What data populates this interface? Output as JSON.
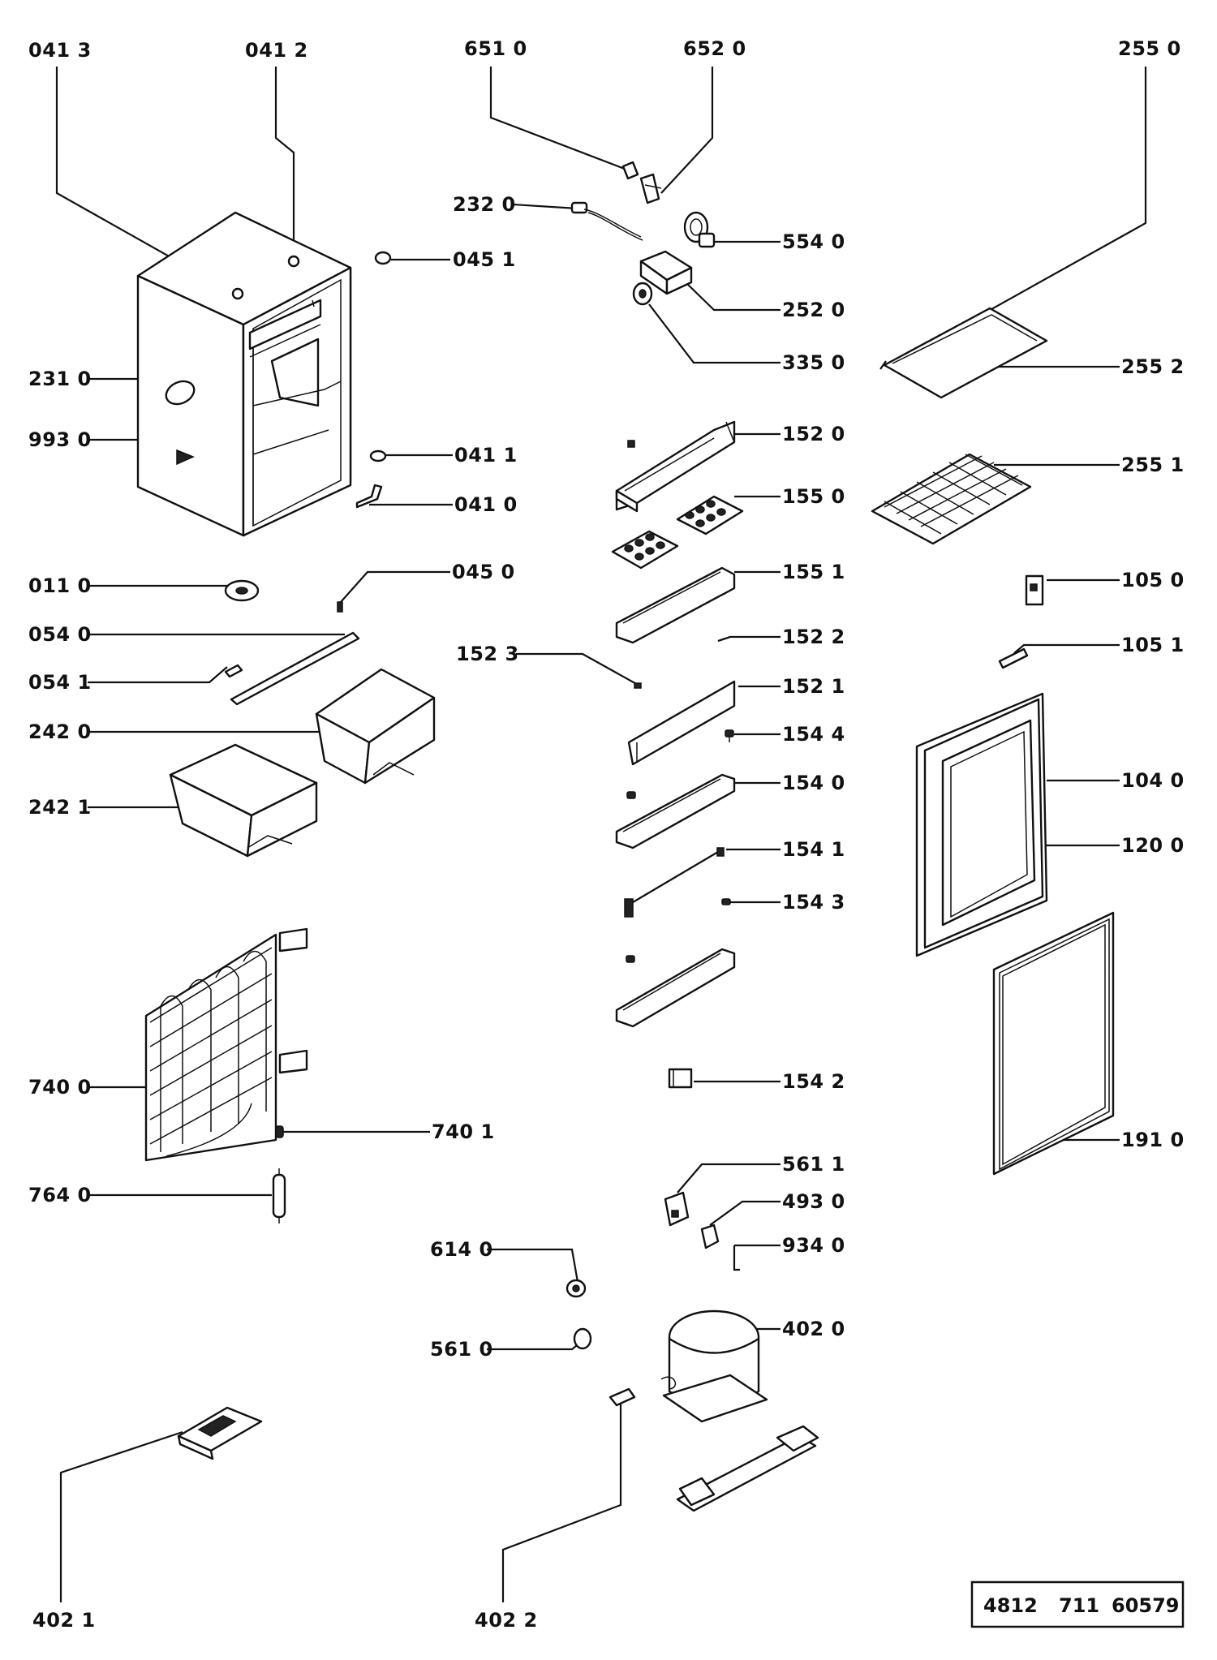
{
  "callouts": [
    {
      "id": "c0413",
      "text": "041 3"
    },
    {
      "id": "c0412",
      "text": "041 2"
    },
    {
      "id": "c6510",
      "text": "651 0"
    },
    {
      "id": "c6520",
      "text": "652 0"
    },
    {
      "id": "c2550",
      "text": "255 0"
    },
    {
      "id": "c2320",
      "text": "232 0"
    },
    {
      "id": "c0451",
      "text": "045 1"
    },
    {
      "id": "c5540",
      "text": "554 0"
    },
    {
      "id": "c2520",
      "text": "252 0"
    },
    {
      "id": "c3350",
      "text": "335 0"
    },
    {
      "id": "c2552",
      "text": "255 2"
    },
    {
      "id": "c2310",
      "text": "231 0"
    },
    {
      "id": "c9930",
      "text": "993 0"
    },
    {
      "id": "c1520",
      "text": "152 0"
    },
    {
      "id": "c0411",
      "text": "041 1"
    },
    {
      "id": "c2551",
      "text": "255 1"
    },
    {
      "id": "c0410",
      "text": "041 0"
    },
    {
      "id": "c1550",
      "text": "155 0"
    },
    {
      "id": "c0110",
      "text": "011 0"
    },
    {
      "id": "c0450",
      "text": "045 0"
    },
    {
      "id": "c1551",
      "text": "155 1"
    },
    {
      "id": "c1050",
      "text": "105 0"
    },
    {
      "id": "c0540",
      "text": "054 0"
    },
    {
      "id": "c1522",
      "text": "152 2"
    },
    {
      "id": "c1051",
      "text": "105 1"
    },
    {
      "id": "c1523",
      "text": "152 3"
    },
    {
      "id": "c0541",
      "text": "054 1"
    },
    {
      "id": "c1521",
      "text": "152 1"
    },
    {
      "id": "c2420",
      "text": "242 0"
    },
    {
      "id": "c1544",
      "text": "154 4"
    },
    {
      "id": "c1540",
      "text": "154 0"
    },
    {
      "id": "c1040",
      "text": "104 0"
    },
    {
      "id": "c2421",
      "text": "242 1"
    },
    {
      "id": "c1541",
      "text": "154 1"
    },
    {
      "id": "c1200",
      "text": "120 0"
    },
    {
      "id": "c1543",
      "text": "154 3"
    },
    {
      "id": "c1542",
      "text": "154 2"
    },
    {
      "id": "c7400",
      "text": "740 0"
    },
    {
      "id": "c7401",
      "text": "740 1"
    },
    {
      "id": "c1910",
      "text": "191 0"
    },
    {
      "id": "c5611",
      "text": "561 1"
    },
    {
      "id": "c7640",
      "text": "764 0"
    },
    {
      "id": "c4930",
      "text": "493 0"
    },
    {
      "id": "c9340",
      "text": "934 0"
    },
    {
      "id": "c6140",
      "text": "614 0"
    },
    {
      "id": "c4020",
      "text": "402 0"
    },
    {
      "id": "c5610",
      "text": "561 0"
    },
    {
      "id": "c4021",
      "text": "402 1"
    },
    {
      "id": "c4022",
      "text": "402 2"
    }
  ],
  "code_box": {
    "part1": "4812",
    "part2": "711",
    "part3": "60579"
  }
}
